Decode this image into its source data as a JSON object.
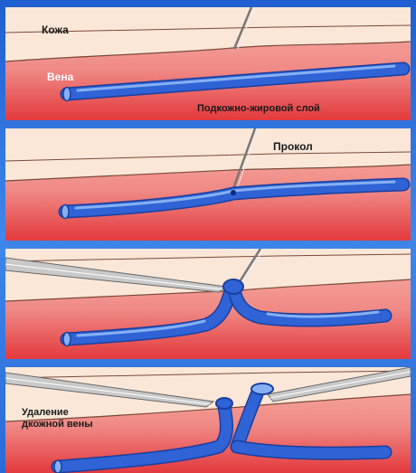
{
  "panels": [
    {
      "labels": {
        "skin": "Кожа",
        "vein": "Вена",
        "fat": "Подкожно-жировой слой"
      }
    },
    {
      "labels": {
        "puncture": "Прокол"
      }
    },
    {
      "labels": {}
    },
    {
      "labels": {
        "removal_line1": "Удаление",
        "removal_line2": "дкожной вены"
      }
    }
  ],
  "colors": {
    "frame": "#2c6fd8",
    "skin_band": "#fbe7d8",
    "tissue_light": "#f49a94",
    "tissue_deep": "#e2353a",
    "vein": "#2f63d6",
    "vein_dark": "#1b3f9e",
    "vein_light": "#86b0f2",
    "instrument": "#c9c9c9"
  }
}
